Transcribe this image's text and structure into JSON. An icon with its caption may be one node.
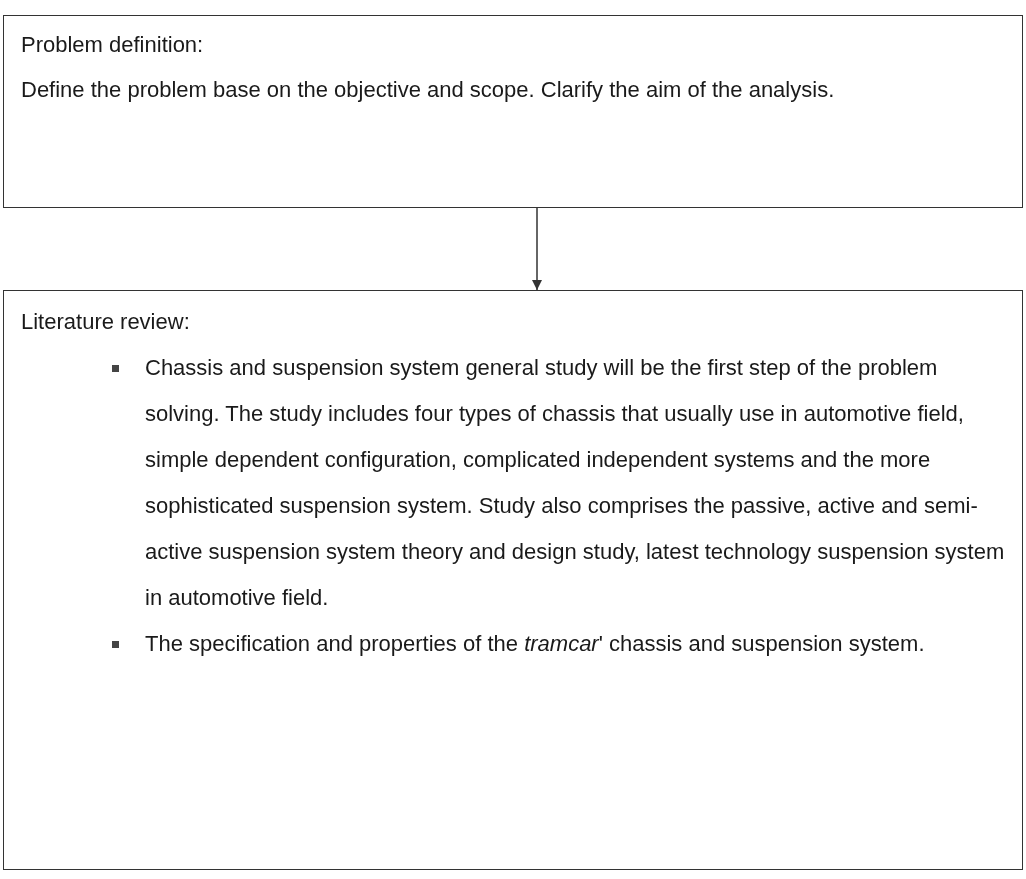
{
  "diagram": {
    "nodes": [
      {
        "text": [
          "Problem definition:",
          "Define the problem base on the objective and scope. Clarify the aim of the analysis."
        ]
      },
      {
        "text": [
          "Literature review:",
          "Chassis and suspension system general study will be the first step of the problem solving. The study includes four types of chassis that usually use in automotive field, simple dependent configuration, complicated independent systems and the more sophisticated suspension system. Study also comprises the passive, active and semi-active suspension system theory and design study, latest technology suspension system in automotive field.",
          "The specification and properties of the *tramcar*' chassis and suspension system."
        ]
      }
    ],
    "edges": [
      {
        "from": 0,
        "to": 1,
        "arrow": "to"
      }
    ]
  }
}
